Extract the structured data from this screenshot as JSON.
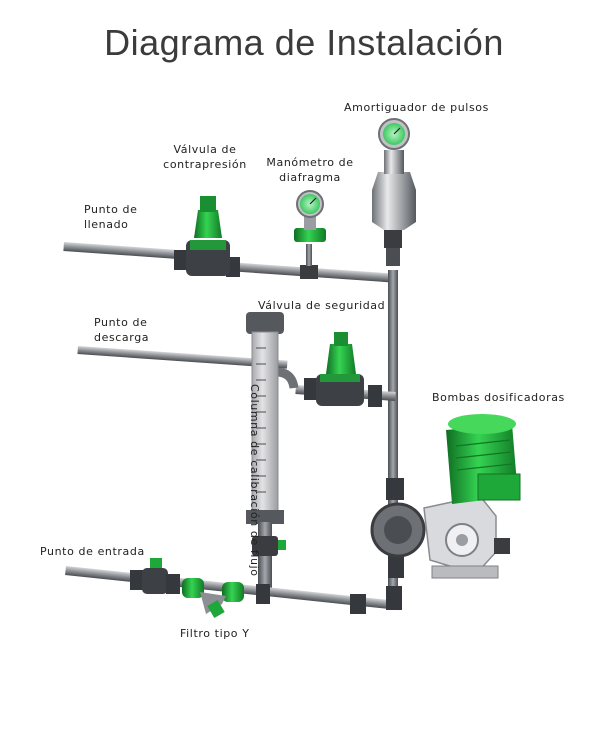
{
  "title": "Diagrama de Instalación",
  "labels": {
    "damper": "Amortiguador de pulsos",
    "backpressure_l1": "Válvula de",
    "backpressure_l2": "contrapresión",
    "gauge_l1": "Manómetro de",
    "gauge_l2": "diafragma",
    "fill_l1": "Punto de",
    "fill_l2": "llenado",
    "safety": "Válvula de seguridad",
    "discharge_l1": "Punto de",
    "discharge_l2": "descarga",
    "column": "Columna de calibración de flujo",
    "pumps": "Bombas dosificadoras",
    "inlet": "Punto de entrada",
    "filter": "Filtro tipo Y"
  },
  "colors": {
    "pipe": "#8c8f93",
    "pipe_dark": "#4a4d51",
    "fitting": "#3a3c40",
    "valve_green": "#1fa83a",
    "motor_green": "#2bc23f",
    "gauge_face": "#7fe39a",
    "chrome": "#c9cbcf"
  },
  "icons": [
    "pressure-gauge-icon",
    "valve-icon",
    "motor-icon",
    "y-strainer-icon",
    "ball-valve-icon"
  ]
}
